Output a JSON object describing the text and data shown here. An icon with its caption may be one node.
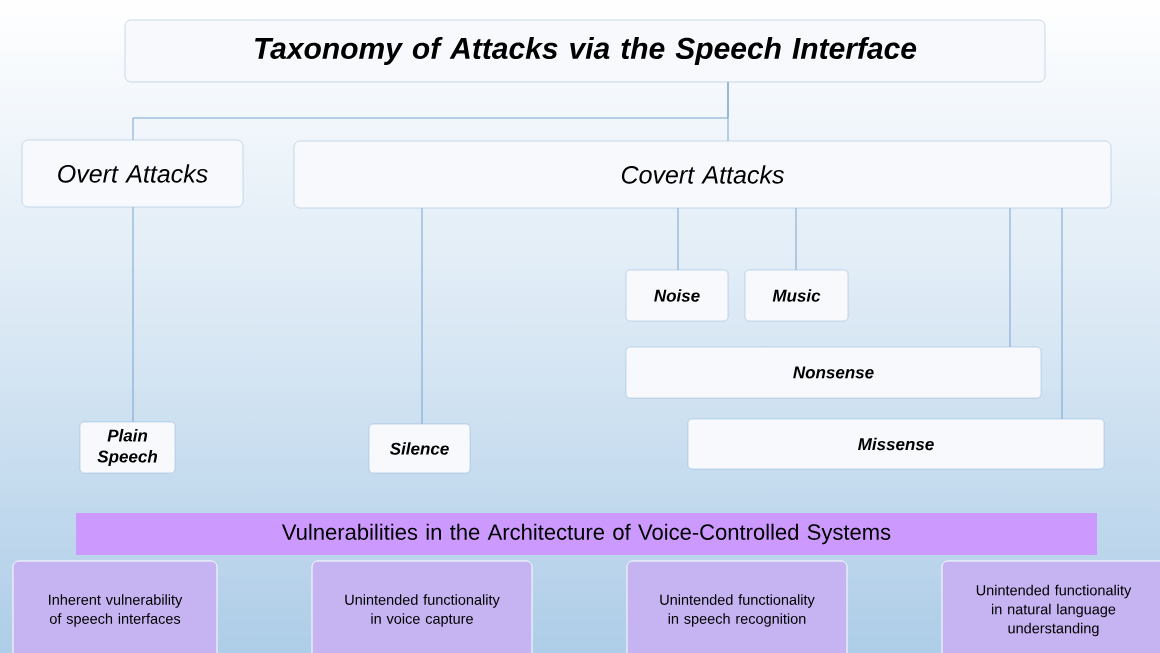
{
  "diagram": {
    "nodes": [
      {
        "text": [
          "Taxonomy of Attacks via the Speech Interface"
        ]
      },
      {
        "text": [
          "Overt Attacks"
        ]
      },
      {
        "text": [
          "Covert Attacks"
        ]
      },
      {
        "text": [
          "Noise"
        ]
      },
      {
        "text": [
          "Music"
        ]
      },
      {
        "text": [
          "Nonsense"
        ]
      },
      {
        "text": [
          "Plain Speech"
        ]
      },
      {
        "text": [
          "Silence"
        ]
      },
      {
        "text": [
          "Missense"
        ]
      },
      {
        "text": [
          "Vulnerabilities in the Architecture of Voice-Controlled Systems"
        ]
      },
      {
        "text": [
          "Inherent vulnerability of speech interfaces"
        ]
      },
      {
        "text": [
          "Unintended functionality in voice capture"
        ]
      },
      {
        "text": [
          "Unintended functionality in speech recognition"
        ]
      },
      {
        "text": [
          "Unintended functionality in natural language understanding"
        ]
      }
    ],
    "edges": [
      {
        "from": 0,
        "to": 1,
        "arrow": "none"
      },
      {
        "from": 0,
        "to": 2,
        "arrow": "none"
      },
      {
        "from": 1,
        "to": 6,
        "arrow": "none"
      },
      {
        "from": 2,
        "to": 7,
        "arrow": "none"
      },
      {
        "from": 2,
        "to": 3,
        "arrow": "none"
      },
      {
        "from": 2,
        "to": 4,
        "arrow": "none"
      },
      {
        "from": 2,
        "to": 5,
        "arrow": "none"
      },
      {
        "from": 2,
        "to": 8,
        "arrow": "none"
      }
    ]
  }
}
